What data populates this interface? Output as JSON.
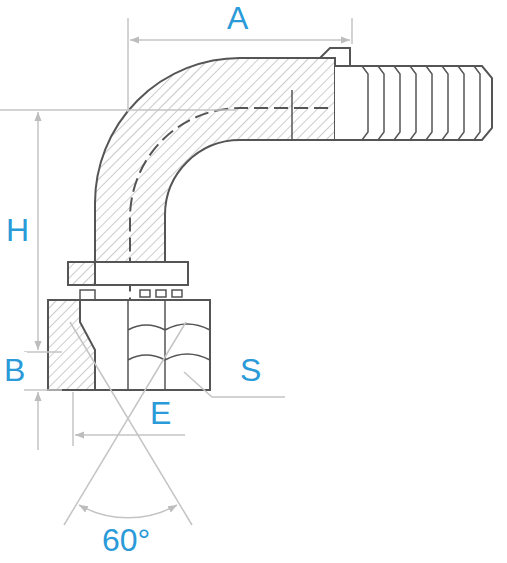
{
  "diagram": {
    "labels": [
      "A",
      "H",
      "B",
      "E",
      "S",
      "60°"
    ]
  }
}
